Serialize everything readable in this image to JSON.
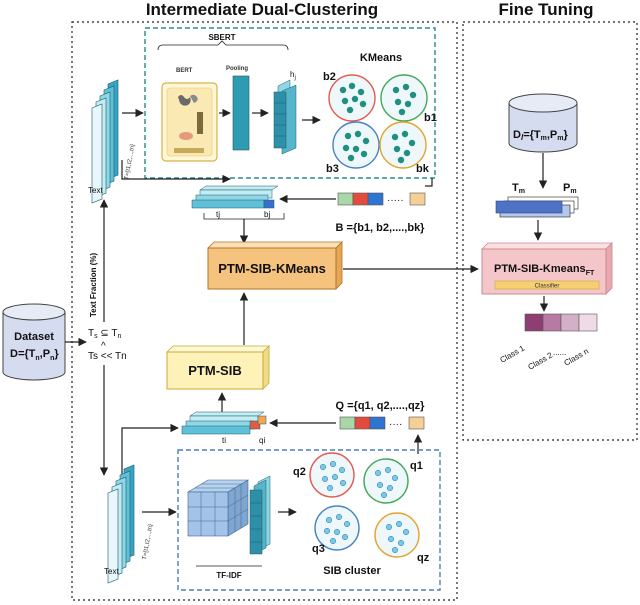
{
  "titles": {
    "left": "Intermediate Dual-Clustering",
    "right": "Fine Tuning"
  },
  "dataset": {
    "label": "Dataset",
    "formula": "D={T",
    "sub_n": "n",
    "sep": ",P",
    "end": "}"
  },
  "subset": {
    "line1": "T",
    "line1_sub": "s",
    "line1_rest": " ⊆ T",
    "line1_sub2": "n",
    "caret": "^",
    "line2": "Ts << Tn"
  },
  "text_fraction": "Text Fraction (%)",
  "top_block": {
    "sbert": "SBERT",
    "bert": "BERT",
    "pooling": "Pooling",
    "hj": "h",
    "hj_sub": "j",
    "kmeans": "KMeans",
    "clusters": [
      "b2",
      "b1",
      "b3",
      "bk"
    ],
    "text_label": "Text",
    "t_vector": "T={t1,t2,...,tn}"
  },
  "b_set": {
    "label": "B ={b",
    "full": "B ={b1, b2,....,bk}"
  },
  "tj_label": "tj",
  "bj_label": "bj",
  "ptm_sib_kmeans": "PTM-SIB-KMeans",
  "ptm_sib": "PTM-SIB",
  "bottom_block": {
    "tfidf": "TF-IDF",
    "sib_cluster": "SIB cluster",
    "clusters": [
      "q2",
      "q1",
      "q3",
      "qz"
    ],
    "text_label": "Text",
    "t_vector": "T={t1,t2,...,tn}"
  },
  "q_set": {
    "full": "Q ={q1, q2,....,qz}"
  },
  "ti_label": "ti",
  "qi_label": "qi",
  "fine_tuning": {
    "dl": "D",
    "dl_sub": "l",
    "dl_rest": "={T",
    "dl_m": "m",
    "dl_sep": ",P",
    "dl_m2": "m",
    "dl_end": "}",
    "tm": "T",
    "tm_sub": "m",
    "pm": "P",
    "pm_sub": "m",
    "model": "PTM-SIB-Kmeans",
    "model_sub": "FT",
    "classifier": "Classifier",
    "classes": [
      "Class 1",
      "Class 2",
      "Class n"
    ],
    "dots": "......"
  },
  "colors": {
    "cluster_teal": "#1f8f82",
    "cluster_light": "#5fb7d8",
    "ptm_orange": "#f6c37e",
    "ptm_yellow": "#fff2b8",
    "ft_pink": "#f4c6c9",
    "class_purple": "#8e3e73"
  }
}
